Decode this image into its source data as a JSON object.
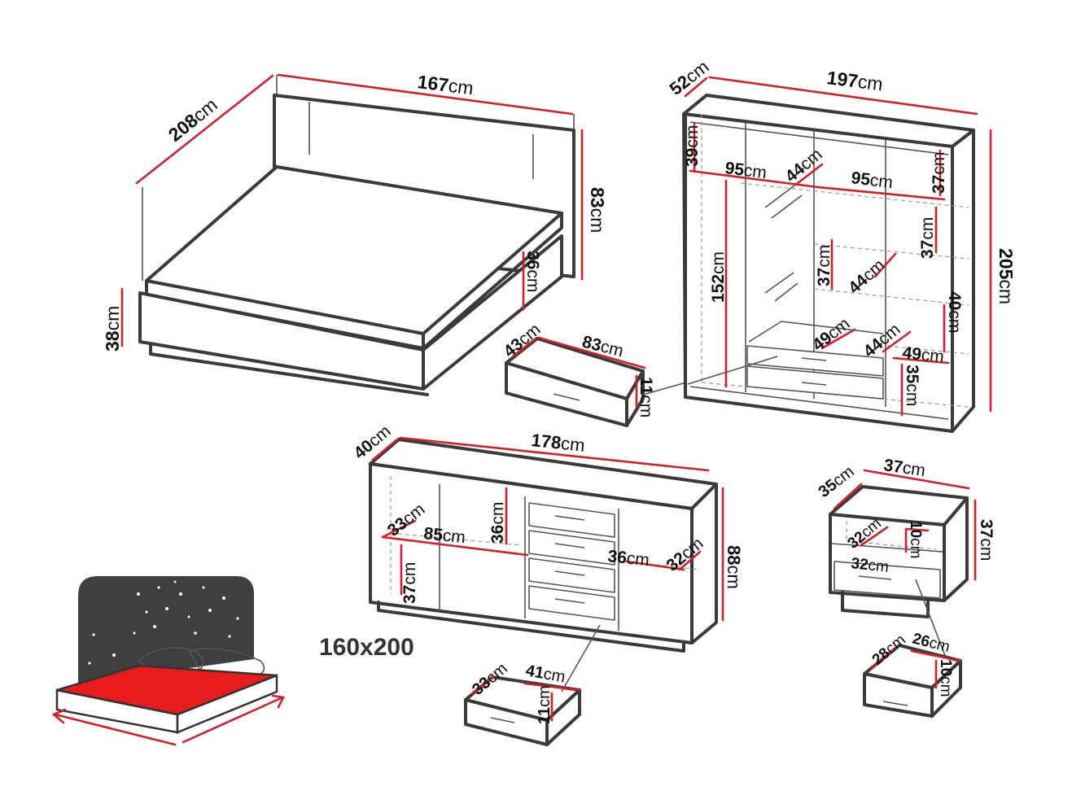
{
  "bed": {
    "length": "208",
    "width": "167",
    "headboard_height": "83",
    "frame_height": "38",
    "drawer_height": "36"
  },
  "bed_drawer": {
    "depth": "43",
    "width": "83",
    "height": "11"
  },
  "wardrobe": {
    "depth": "52",
    "width": "197",
    "height": "205",
    "top_shelf": "39",
    "section_width_left": "95",
    "section_width_right": "95",
    "inner_depth": "44",
    "shelf_right_top": "37",
    "shelf_right_mid": "37",
    "hanging_height": "152",
    "middle_shelf": "37",
    "middle_depth": "44",
    "right_lower": "40",
    "shelf_depth_left": "49",
    "shelf_depth_right": "44",
    "shelf_width_right": "49",
    "drawer_height": "35"
  },
  "sideboard": {
    "depth": "40",
    "width": "178",
    "height": "88",
    "shelf_depth_left": "33",
    "inner_width_left": "85",
    "upper_height": "36",
    "lower_height": "37",
    "inner_width_right": "36",
    "shelf_depth_right": "32"
  },
  "sideboard_drawer": {
    "depth": "33",
    "width": "41",
    "height": "11"
  },
  "nightstand": {
    "depth": "35",
    "width": "37",
    "height": "37",
    "niche_depth": "32",
    "niche_height": "10",
    "niche_width": "32"
  },
  "nightstand_drawer": {
    "depth": "28",
    "width": "26",
    "height": "10"
  },
  "unit": "cm",
  "mattress_size": "160x200",
  "colors": {
    "dimension": "#d41f2a",
    "outline": "#3a3a3a",
    "headboard": "#3f3f3f",
    "sheet": "#e81c1c"
  }
}
